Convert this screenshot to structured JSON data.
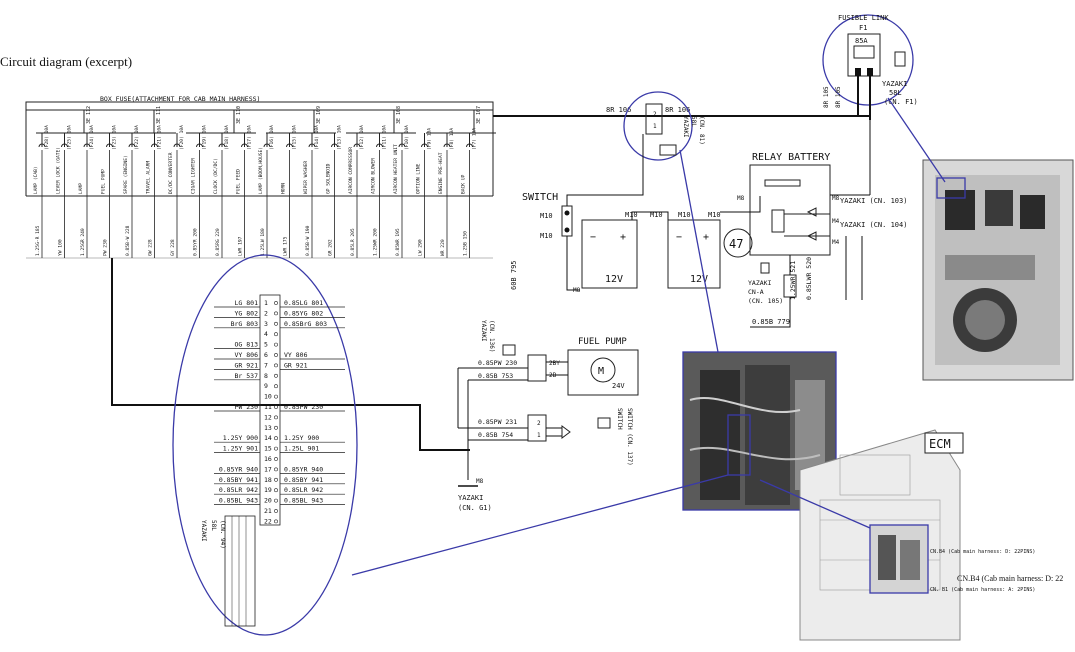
{
  "title": "Circuit diagram (excerpt)",
  "box_fuse": {
    "label": "BOX FUSE(ATTACHMENT FOR CAB MAIN HARNESS)",
    "groups": [
      "3E 112",
      "3E 111",
      "3E 110",
      "3E 109",
      "3E 108",
      "3E 107"
    ],
    "fuses": [
      {
        "id": "(F28) 10A",
        "load": "LAMP (CAB)",
        "wire": "1.25G-R 185"
      },
      {
        "id": "(F25) 10A",
        "load": "LEVER LOCK (GATE)",
        "wire": "YW 100"
      },
      {
        "id": "(F24) 10A",
        "load": "LAMP",
        "wire": "1.25GR 240"
      },
      {
        "id": "(F23) 10A",
        "load": "FUEL PUMP",
        "wire": "PW 230"
      },
      {
        "id": "(F22) 10A",
        "load": "SPARE (ENGINE)",
        "wire": "0.85B-W 228"
      },
      {
        "id": "(F21) 10A",
        "load": "TRAVEL ALARM",
        "wire": "GW 228"
      },
      {
        "id": "(F20) 10A",
        "load": "DC/DC CONVERTER",
        "wire": "GY 228"
      },
      {
        "id": "(F19) 10A",
        "load": "CIGAR LIGHTER",
        "wire": "0.85YR 200"
      },
      {
        "id": "(F18) 10A",
        "load": "CLOCK (DC/DC)",
        "wire": "0.85RG 220"
      },
      {
        "id": "(F17) 10A",
        "load": "FUEL FEED",
        "wire": "LWR 197"
      },
      {
        "id": "(F16) 10A",
        "load": "LAMP (BOOM,HOUSE)",
        "wire": "1.25LW 180"
      },
      {
        "id": "(F15) 10A",
        "load": "HORN",
        "wire": "LWR 175"
      },
      {
        "id": "(F14) 10A",
        "load": "WIPER WASHER",
        "wire": "0.85B-W 190"
      },
      {
        "id": "(F13) 10A",
        "load": "GP SOLENOID",
        "wire": "GR 202"
      },
      {
        "id": "(F12) 10A",
        "load": "AIRCON COMPRESSOR",
        "wire": "0.85LR 205"
      },
      {
        "id": "(F11) 10A",
        "load": "AIRCON BLOWER",
        "wire": "1.25WR 200"
      },
      {
        "id": "(F10) 10A",
        "load": "AIRCON HEATER UNIT",
        "wire": "0.85WR 195"
      },
      {
        "id": "(F9) 10A",
        "load": "OPTION LINE",
        "wire": "LW 290"
      },
      {
        "id": "(F8) 10A",
        "load": "ENGINE PRE-HEAT",
        "wire": "WR 220"
      },
      {
        "id": "(F7) 10A",
        "load": "BACK UP",
        "wire": "1.25B 150"
      }
    ]
  },
  "connector_cn94": {
    "rows": [
      {
        "pin": "1",
        "left": "LG 801",
        "right": "0.85LG 801"
      },
      {
        "pin": "2",
        "left": "YG 802",
        "right": "0.85YG 802"
      },
      {
        "pin": "3",
        "left": "BrG 803",
        "right": "0.85BrG 803"
      },
      {
        "pin": "4",
        "left": "",
        "right": ""
      },
      {
        "pin": "5",
        "left": "OG 813",
        "right": ""
      },
      {
        "pin": "6",
        "left": "VY 806",
        "right": "VY 806"
      },
      {
        "pin": "7",
        "left": "GR 921",
        "right": "GR 921"
      },
      {
        "pin": "8",
        "left": "Br 537",
        "right": ""
      },
      {
        "pin": "9",
        "left": "",
        "right": ""
      },
      {
        "pin": "10",
        "left": "",
        "right": ""
      },
      {
        "pin": "11",
        "left": "PW 230",
        "right": "0.85PW 230"
      },
      {
        "pin": "12",
        "left": "",
        "right": ""
      },
      {
        "pin": "13",
        "left": "",
        "right": ""
      },
      {
        "pin": "14",
        "left": "1.25Y 900",
        "right": "1.25Y 900"
      },
      {
        "pin": "15",
        "left": "1.25Y 901",
        "right": "1.25L 901"
      },
      {
        "pin": "16",
        "left": "",
        "right": ""
      },
      {
        "pin": "17",
        "left": "0.85YR 940",
        "right": "0.85YR 940"
      },
      {
        "pin": "18",
        "left": "0.85BY 941",
        "right": "0.85BY 941"
      },
      {
        "pin": "19",
        "left": "0.85LR 942",
        "right": "0.85LR 942"
      },
      {
        "pin": "20",
        "left": "0.85BL 943",
        "right": "0.85BL 943"
      },
      {
        "pin": "21",
        "left": "",
        "right": ""
      },
      {
        "pin": "22",
        "left": "",
        "right": ""
      }
    ],
    "maker": "YAZAKI",
    "type": "58L",
    "name": "(CN. 94)"
  },
  "fusible_link": {
    "title": "FUSIBLE LINK",
    "id": "F1",
    "rating": "85A",
    "maker": "YAZAKI",
    "type": "58L",
    "name": "(CN. F1)",
    "wire_a": "8R 105",
    "wire_b": "8R 105"
  },
  "cn81": {
    "maker": "YAZAKI",
    "type": "58L",
    "name": "(CN. 81)",
    "wire_top": "8R 106",
    "wire_top2": "8R 106"
  },
  "switch": {
    "label": "SWITCH",
    "terminals": [
      "M10",
      "M10",
      "M10",
      "M10",
      "M10",
      "M10"
    ]
  },
  "batteries": [
    {
      "voltage": "12V"
    },
    {
      "voltage": "12V"
    }
  ],
  "battery_wire": "60B 795",
  "ground_main": "M8",
  "callout": "47",
  "relay_battery": {
    "title": "RELAY BATTERY",
    "terminals": [
      "M8",
      "M8",
      "M4",
      "M4"
    ],
    "cn103": "YAZAKI (CN. 103)",
    "cn104": "YAZAKI (CN. 104)",
    "cn105": {
      "maker": "YAZAKI",
      "name": "CN-A",
      "cn": "(CN. 105)"
    },
    "wires": [
      "1.25WR 521",
      "0.85LWR 520"
    ],
    "ground_wire": "0.85B 779"
  },
  "fuel_pump": {
    "title": "FUEL PUMP",
    "motor": "M",
    "voltage": "24V",
    "connector": {
      "maker": "YAZAKI",
      "name": "(CN. 136)"
    },
    "pins": [
      "2BY",
      "2B"
    ],
    "wires": [
      "0.85PW 230",
      "0.85B 753"
    ]
  },
  "fuel_switch": {
    "wires": [
      "0.85PW 231",
      "0.85B 754"
    ],
    "pins": [
      "2",
      "1"
    ],
    "label": "SWITCH (CN. 137)",
    "extra": "SWITCH"
  },
  "ground_g1": {
    "terminal": "M8",
    "maker": "YAZAKI",
    "name": "(CN. G1)"
  },
  "ecm": {
    "label": "ECM",
    "note1": "CN.B4 (Cab main harness: D: 22PINS)",
    "note2": "CN. B1 (Cab main harness: A: 2PINS)",
    "overlay": "CN.B4 (Cab main harness: D: 22"
  }
}
